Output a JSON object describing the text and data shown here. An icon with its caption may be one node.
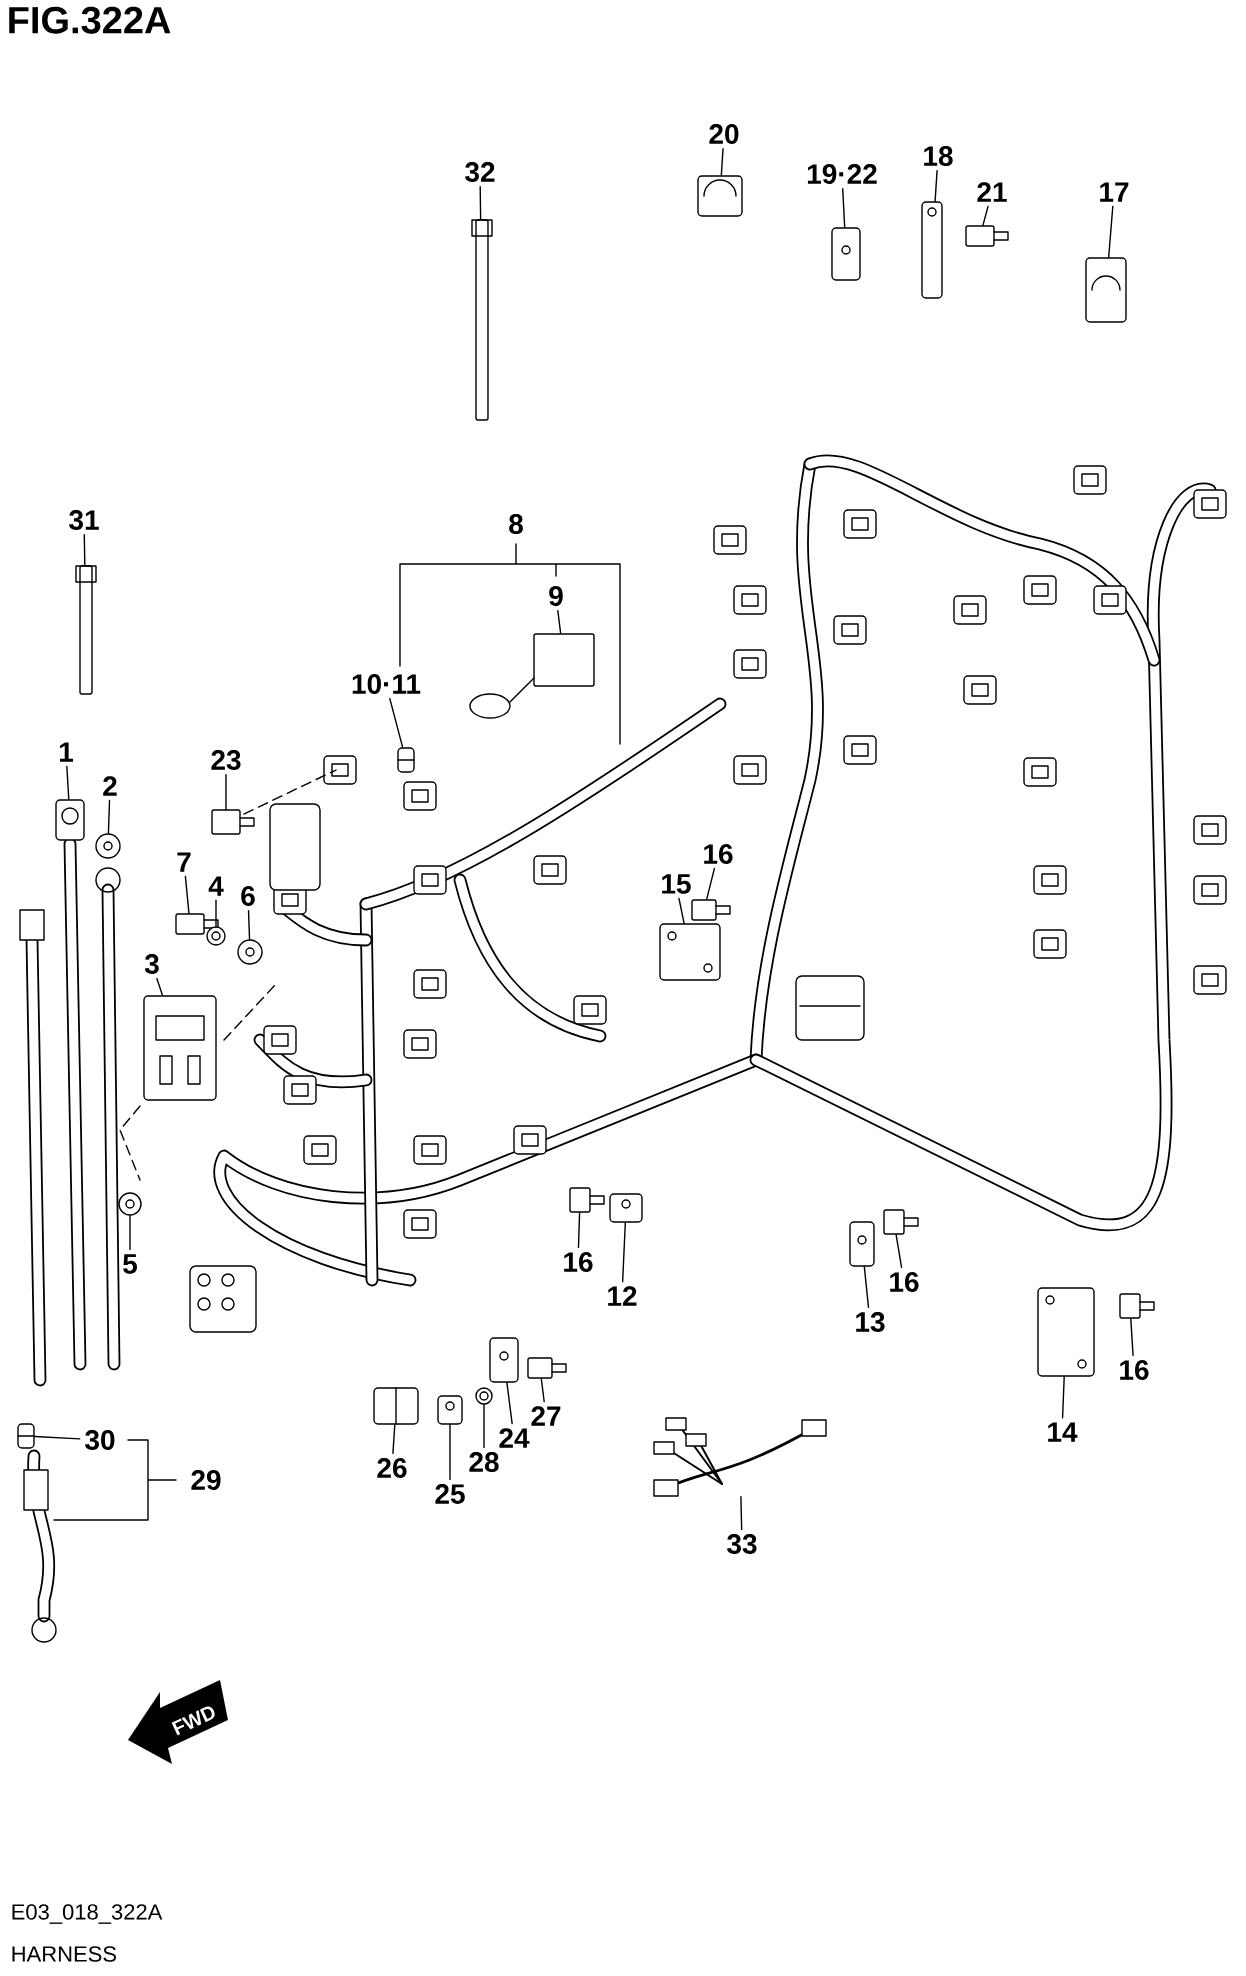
{
  "diagram": {
    "title": "FIG.322A",
    "caption": "HARNESS",
    "nodes": [
      {
        "text": [
          "32"
        ]
      },
      {
        "text": [],
        "shape": "box"
      },
      {
        "text": [
          "20"
        ]
      },
      {
        "text": [],
        "shape": "picture"
      },
      {
        "text": [
          "19·22"
        ]
      },
      {
        "text": [],
        "shape": "picture"
      },
      {
        "text": [
          "18"
        ]
      },
      {
        "text": [],
        "shape": "picture"
      },
      {
        "text": [
          "21"
        ]
      },
      {
        "text": [],
        "shape": "box"
      },
      {
        "text": [
          "17"
        ]
      },
      {
        "text": [],
        "shape": "picture"
      },
      {
        "text": [
          "31"
        ]
      },
      {
        "text": [],
        "shape": "box"
      },
      {
        "text": [
          "9"
        ]
      },
      {
        "text": [],
        "shape": "box"
      },
      {
        "text": [
          "10·11"
        ]
      },
      {
        "text": [],
        "shape": "picture"
      },
      {
        "text": [
          "23"
        ]
      },
      {
        "text": [],
        "shape": "box"
      },
      {
        "text": [
          "1"
        ]
      },
      {
        "text": [],
        "shape": "picture"
      },
      {
        "text": [
          "2"
        ]
      },
      {
        "text": [],
        "shape": "circle"
      },
      {
        "text": [
          "7"
        ]
      },
      {
        "text": [],
        "shape": "box"
      },
      {
        "text": [
          "4"
        ]
      },
      {
        "text": [],
        "shape": "circle"
      },
      {
        "text": [
          "6"
        ]
      },
      {
        "text": [],
        "shape": "circle"
      },
      {
        "text": [
          "16"
        ]
      },
      {
        "text": [],
        "shape": "box"
      },
      {
        "text": [
          "15"
        ]
      },
      {
        "text": [],
        "shape": "picture"
      },
      {
        "text": [
          "3"
        ]
      },
      {
        "text": [],
        "shape": "picture"
      },
      {
        "text": [
          "5"
        ]
      },
      {
        "text": [],
        "shape": "circle"
      },
      {
        "text": [
          "16"
        ]
      },
      {
        "text": [],
        "shape": "box"
      },
      {
        "text": [
          "12"
        ]
      },
      {
        "text": [],
        "shape": "picture"
      },
      {
        "text": [
          "16"
        ]
      },
      {
        "text": [],
        "shape": "box"
      },
      {
        "text": [
          "13"
        ]
      },
      {
        "text": [],
        "shape": "picture"
      },
      {
        "text": [
          "16"
        ]
      },
      {
        "text": [],
        "shape": "box"
      },
      {
        "text": [
          "14"
        ]
      },
      {
        "text": [],
        "shape": "picture"
      },
      {
        "text": [
          "27"
        ]
      },
      {
        "text": [],
        "shape": "box"
      },
      {
        "text": [
          "24"
        ]
      },
      {
        "text": [],
        "shape": "picture"
      },
      {
        "text": [
          "28"
        ]
      },
      {
        "text": [],
        "shape": "circle"
      },
      {
        "text": [
          "26"
        ]
      },
      {
        "text": [],
        "shape": "picture"
      },
      {
        "text": [
          "25"
        ]
      },
      {
        "text": [],
        "shape": "picture"
      },
      {
        "text": [
          "30"
        ]
      },
      {
        "text": [],
        "shape": "picture"
      },
      {
        "text": [
          "33"
        ]
      },
      {
        "text": [],
        "shape": "picture"
      }
    ],
    "edges": [
      {
        "from": 0,
        "to": 1,
        "arrow": "none"
      },
      {
        "from": 2,
        "to": 3,
        "arrow": "none"
      },
      {
        "from": 4,
        "to": 5,
        "arrow": "none"
      },
      {
        "from": 6,
        "to": 7,
        "arrow": "none"
      },
      {
        "from": 8,
        "to": 9,
        "arrow": "none"
      },
      {
        "from": 10,
        "to": 11,
        "arrow": "none"
      },
      {
        "from": 12,
        "to": 13,
        "arrow": "none"
      },
      {
        "from": 14,
        "to": 15,
        "arrow": "none"
      },
      {
        "from": 16,
        "to": 17,
        "arrow": "none"
      },
      {
        "from": 18,
        "to": 19,
        "arrow": "none"
      },
      {
        "from": 20,
        "to": 21,
        "arrow": "none"
      },
      {
        "from": 22,
        "to": 23,
        "arrow": "none"
      },
      {
        "from": 24,
        "to": 25,
        "arrow": "none"
      },
      {
        "from": 26,
        "to": 27,
        "arrow": "none"
      },
      {
        "from": 28,
        "to": 29,
        "arrow": "none"
      },
      {
        "from": 30,
        "to": 31,
        "arrow": "none"
      },
      {
        "from": 32,
        "to": 33,
        "arrow": "none"
      },
      {
        "from": 34,
        "to": 35,
        "arrow": "none"
      },
      {
        "from": 36,
        "to": 37,
        "arrow": "none"
      },
      {
        "from": 38,
        "to": 39,
        "arrow": "none"
      },
      {
        "from": 40,
        "to": 41,
        "arrow": "none"
      },
      {
        "from": 42,
        "to": 43,
        "arrow": "none"
      },
      {
        "from": 44,
        "to": 45,
        "arrow": "none"
      },
      {
        "from": 46,
        "to": 47,
        "arrow": "none"
      },
      {
        "from": 48,
        "to": 49,
        "arrow": "none"
      },
      {
        "from": 50,
        "to": 51,
        "arrow": "none"
      },
      {
        "from": 52,
        "to": 53,
        "arrow": "none"
      },
      {
        "from": 54,
        "to": 55,
        "arrow": "none"
      },
      {
        "from": 56,
        "to": 57,
        "arrow": "none"
      },
      {
        "from": 58,
        "to": 59,
        "arrow": "none"
      },
      {
        "from": 60,
        "to": 61,
        "arrow": "none"
      },
      {
        "from": 62,
        "to": 63,
        "arrow": "none"
      }
    ],
    "labels": [
      "8",
      "29",
      "FWD",
      "E03_018_322A"
    ]
  }
}
